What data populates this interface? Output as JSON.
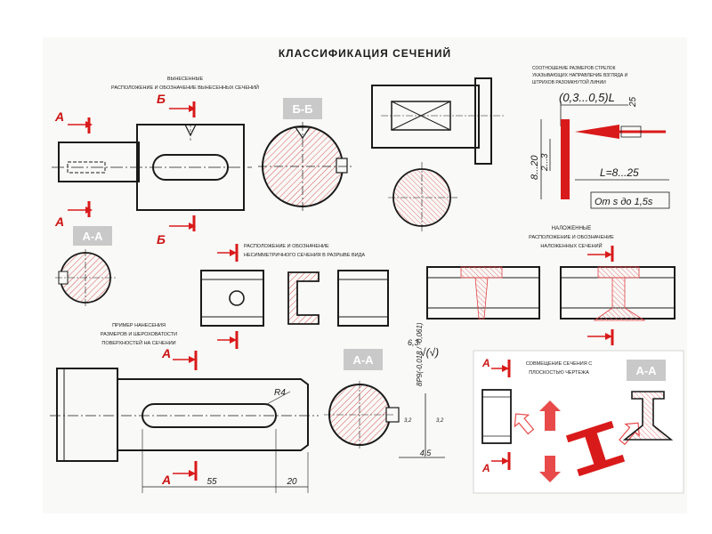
{
  "poster": {
    "title": "КЛАССИФИКАЦИЯ СЕЧЕНИЙ",
    "colors": {
      "red": "#d91a1a",
      "badge": "#c9c9c9",
      "line": "#1a1a1a",
      "hatch": "#e07070"
    }
  },
  "section_removed": {
    "heading": "ВЫНЕСЕННЫЕ",
    "subheading": "РАСПОЛОЖЕНИЕ И ОБОЗНАЧЕНИЕ ВЫНЕСЕННЫХ СЕЧЕНИЙ",
    "label_a": "А",
    "label_b": "Б",
    "badge_bb": "Б-Б",
    "badge_aa": "А-А"
  },
  "section_note_tr": {
    "line1": "СООТНОШЕНИЕ РАЗМЕРОВ СТРЕЛОК",
    "line2": "УКАЗЫВАЮЩИХ НАПРАВЛЕНИЕ ВЗГЛЯДА И",
    "line3": "ШТРИХОВ РАЗОМКНУТОЙ ЛИНИИ",
    "dim_ratio": "(0,3...0,5)L",
    "dim_25": "25",
    "dim_8_20": "8...20",
    "dim_2_3": "2...3",
    "dim_L": "L=8...25",
    "dim_s": "Om s до 1,5s"
  },
  "section_asym": {
    "line1": "РАСПОЛОЖЕНИЕ И ОБОЗНАЧЕНИЕ",
    "line2": "НЕСИММЕТРИЧНОГО СЕЧЕНИЯ В РАЗРЫВЕ ВИДА"
  },
  "section_overlay": {
    "heading": "НАЛОЖЕННЫЕ",
    "line1": "РАСПОЛОЖЕНИЕ И ОБОЗНАЧЕНИЕ",
    "line2": "НАЛОЖЕННЫХ СЕЧЕНИЙ"
  },
  "section_example": {
    "line1": "ПРИМЕР НАНЕСЕНИЯ",
    "line2": "РАЗМЕРОВ И ШЕРОХОВАТОСТИ",
    "line3": "ПОВЕРХНОСТЕЙ НА СЕЧЕНИИ",
    "label_a": "А",
    "dim_r4": "R4",
    "dim_55": "55",
    "dim_20": "20",
    "badge_aa": "А-А",
    "dim_fit": "8P9(-0,018 / -0,061)",
    "dim_rough": "6,3",
    "dim_45": "4,5",
    "dim_32": "3,2"
  },
  "section_combine": {
    "line1": "СОВМЕЩЕНИЕ СЕЧЕНИЯ С",
    "line2": "ПЛОСКОСТЬЮ ЧЕРТЕЖА",
    "label_a": "А",
    "badge_aa": "А-А"
  }
}
